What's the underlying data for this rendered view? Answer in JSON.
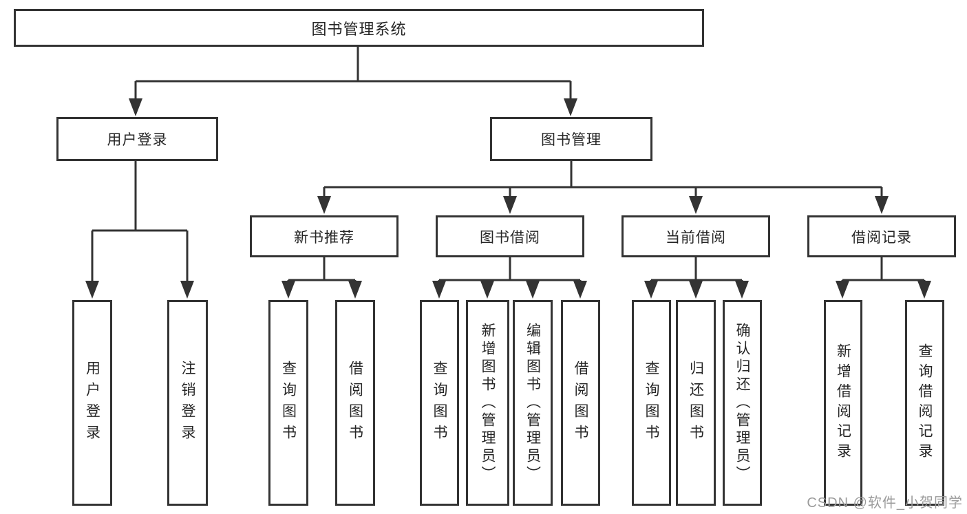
{
  "nodes": {
    "root": "图书管理系统",
    "user_login": "用户登录",
    "book_management": "图书管理",
    "new_book_recommend": "新书推荐",
    "book_borrow": "图书借阅",
    "current_borrow": "当前借阅",
    "borrow_records": "借阅记录",
    "leaves_user_login": [
      "用户登录",
      "注销登录"
    ],
    "leaves_new_book_recommend": [
      "查询图书",
      "借阅图书"
    ],
    "leaves_book_borrow": [
      "查询图书",
      "新增图书（管理员）",
      "编辑图书（管理员）",
      "借阅图书"
    ],
    "leaves_current_borrow": [
      "查询图书",
      "归还图书",
      "确认归还（管理员）"
    ],
    "leaves_borrow_records": [
      "新增借阅记录",
      "查询借阅记录"
    ]
  },
  "watermark": "CSDN @软件_小贺同学",
  "colors": {
    "line": "#333333",
    "text": "#262626",
    "watermark": "#9b9b9b",
    "background": "#ffffff"
  }
}
